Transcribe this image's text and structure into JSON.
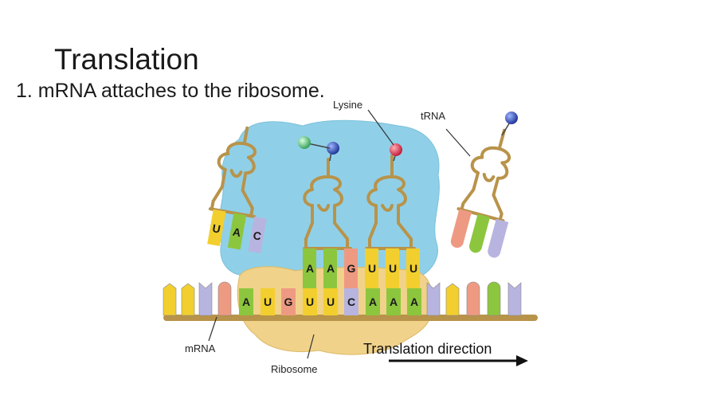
{
  "slide": {
    "title": "Translation",
    "step": "1. mRNA attaches to the ribosome."
  },
  "labels": {
    "lysine": "Lysine",
    "trna": "tRNA",
    "mrna": "mRNA",
    "ribosome": "Ribosome",
    "direction": "Translation direction"
  },
  "mrna_codons": [
    "A",
    "U",
    "G",
    "U",
    "U",
    "C",
    "A",
    "A",
    "A"
  ],
  "anticodons": {
    "left_trna": [
      "U",
      "A",
      "C"
    ],
    "middle_trna": [
      "A",
      "A",
      "G"
    ],
    "right_trna": [
      "U",
      "U",
      "U"
    ]
  },
  "colors": {
    "ribosome_large": "#8fd0e8",
    "ribosome_small": "#f0d28a",
    "trna": "#b8934a",
    "base_yellow": "#f2cf2e",
    "base_green": "#8cc63e",
    "base_lavender": "#b8b4e0",
    "base_salmon": "#ee9a82",
    "amino_blue": "#2f4fb0",
    "amino_red": "#d9364a",
    "amino_green": "#5fbf7a"
  }
}
